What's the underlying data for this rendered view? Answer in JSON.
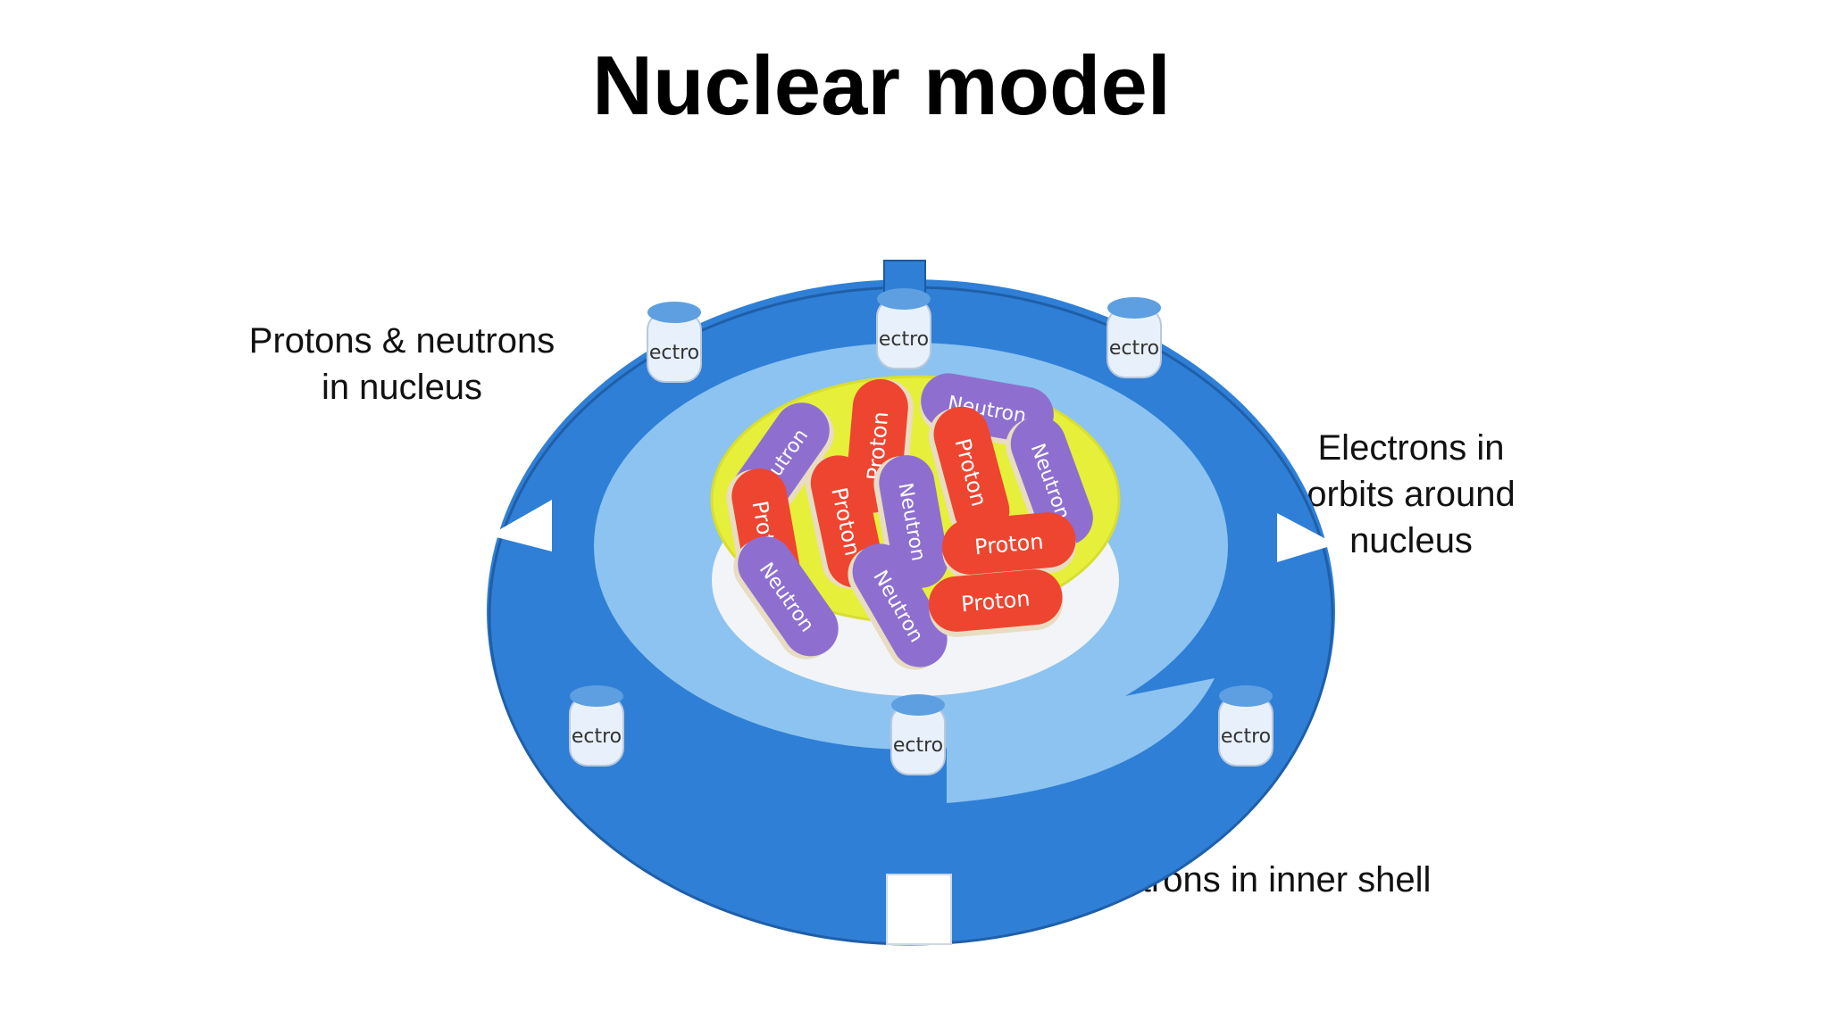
{
  "title": "Nuclear model",
  "annotations": {
    "nucleus": {
      "line1": "Protons & neutrons",
      "line2": "in nucleus"
    },
    "orbits": {
      "line1": "Electrons in",
      "line2": "orbits around",
      "line3": "nucleus"
    },
    "inner_shell": "Electrons in inner shell"
  },
  "model": {
    "particle_labels": {
      "proton": "Proton",
      "neutron": "Neutron",
      "electron": "ectro"
    },
    "colors": {
      "outer_ring": "#2f7fd6",
      "inner_disc": "#8cc3f0",
      "nucleus_base": "#e6ef3a",
      "proton": "#ee4530",
      "neutron": "#8e6fd0",
      "electron_tab": "#e8f1fb"
    }
  }
}
